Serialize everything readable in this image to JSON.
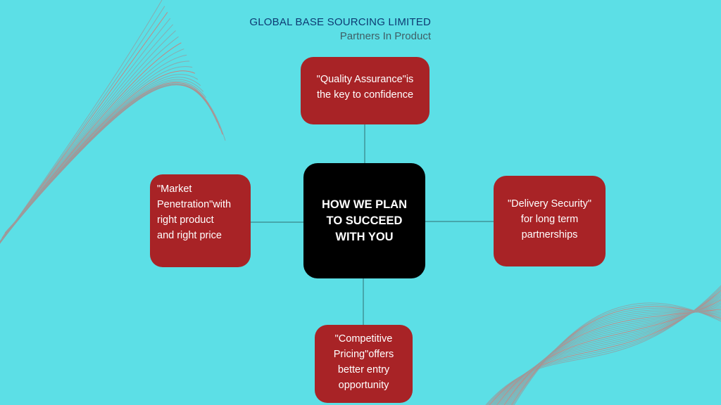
{
  "header": {
    "company": "GLOBAL BASE SOURCING LIMITED",
    "tagline": "Partners In Product"
  },
  "center": {
    "lines": [
      "HOW WE PLAN",
      "TO SUCCEED",
      "WITH YOU"
    ]
  },
  "nodes": {
    "top": {
      "lines": [
        "\"Quality Assurance\"is",
        "the key to confidence"
      ]
    },
    "left": {
      "lines": [
        "\"Market",
        "Penetration\"with",
        "right product",
        "and right price"
      ]
    },
    "right": {
      "lines": [
        "\"Delivery Security\"",
        "for long term",
        "partnerships"
      ]
    },
    "bottom": {
      "lines": [
        "\"Competitive",
        "Pricing\"offers",
        "better entry",
        "opportunity"
      ]
    }
  },
  "colors": {
    "background": "#5cdfe6",
    "node": "#a82326",
    "center": "#000000",
    "company_text": "#0d3b73",
    "connector": "#2f6f73"
  }
}
